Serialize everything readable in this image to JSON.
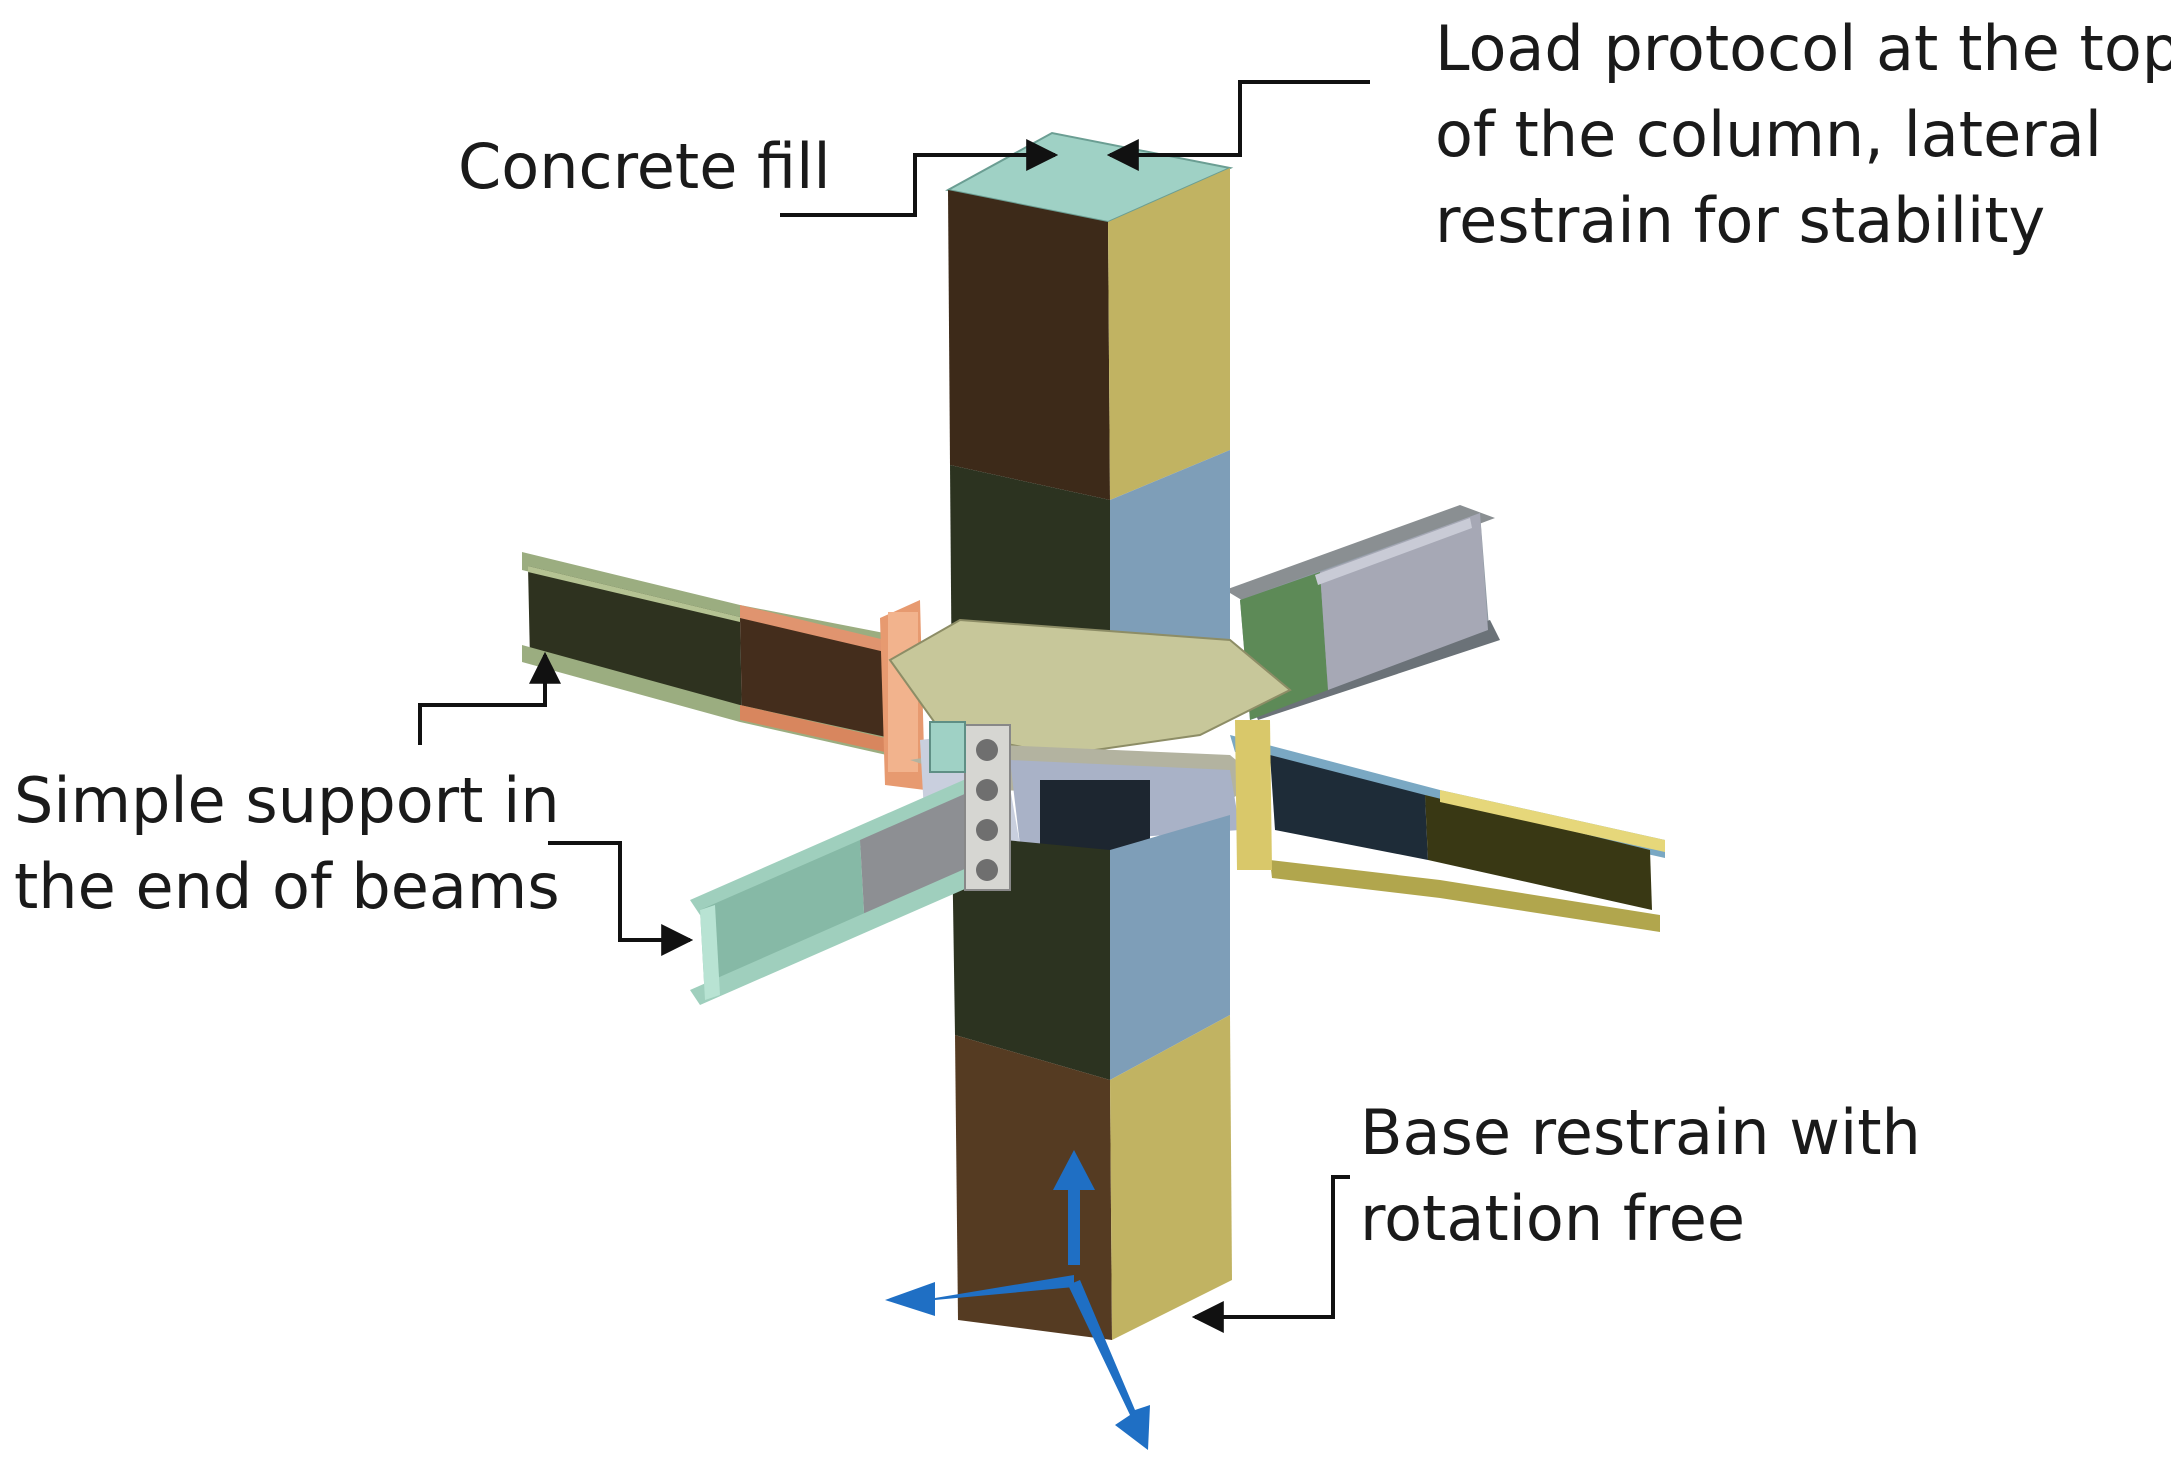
{
  "labels": {
    "concrete_fill": "Concrete fill",
    "load_protocol": [
      "Load protocol at the top",
      "of the column, lateral",
      "restrain for stability"
    ],
    "simple_support": [
      "Simple support in",
      "the end of beams"
    ],
    "base_restrain": [
      "Base restrain with",
      "rotation free"
    ]
  },
  "colors": {
    "column_dark_brown": "#3d2a19",
    "column_olive_face": "#c1b362",
    "column_dark_green": "#2c3320",
    "column_light_blue": "#7e9eb8",
    "concrete_fill_top": "#9fd1c5",
    "base_arrow_blue": "#1f6fc4",
    "leader_line": "#111111"
  }
}
